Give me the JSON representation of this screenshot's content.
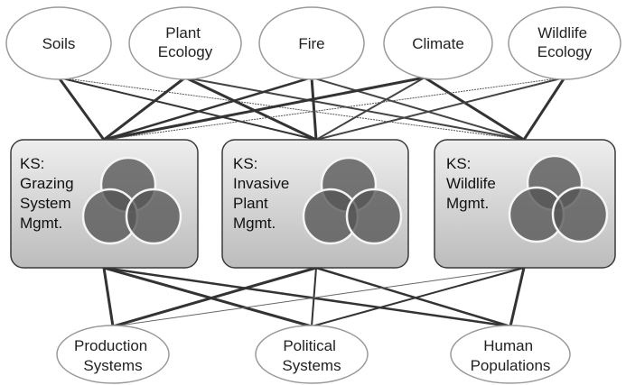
{
  "top_nodes": [
    {
      "lines": [
        "Soils"
      ]
    },
    {
      "lines": [
        "Plant",
        "Ecology"
      ]
    },
    {
      "lines": [
        "Fire"
      ]
    },
    {
      "lines": [
        "Climate"
      ]
    },
    {
      "lines": [
        "Wildlife",
        "Ecology"
      ]
    }
  ],
  "knowledge_systems": [
    {
      "lines": [
        "KS:",
        "Grazing",
        "System",
        "Mgmt."
      ]
    },
    {
      "lines": [
        "KS:",
        "Invasive",
        "Plant",
        "Mgmt."
      ]
    },
    {
      "lines": [
        "KS:",
        "Wildlife",
        "Mgmt."
      ]
    }
  ],
  "bottom_nodes": [
    {
      "lines": [
        "Production",
        "Systems"
      ]
    },
    {
      "lines": [
        "Political",
        "Systems"
      ]
    },
    {
      "lines": [
        "Human",
        "Populations"
      ]
    }
  ],
  "colors": {
    "ellipse_stroke": "#9a9a9a",
    "box_fill_top": "#eeeeee",
    "box_fill_bottom": "#bcbcbc",
    "box_stroke": "#3a3a3a",
    "venn_fill": "#555555",
    "venn_stroke": "#f4f4f4",
    "line_color": "#333333"
  }
}
